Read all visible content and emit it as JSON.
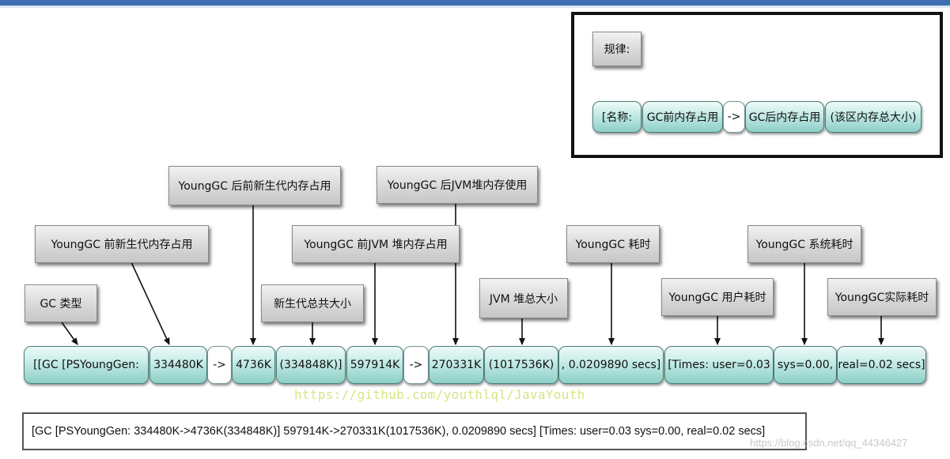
{
  "legend": {
    "title": "规律:",
    "segments": [
      "[名称:",
      "GC前内存占用",
      "->",
      "GC后内存占用",
      "(该区内存总大小)"
    ]
  },
  "annotations": [
    "GC 类型",
    "YoungGC 前新生代内存占用",
    "YoungGC 后前新生代内存占用",
    "新生代总共大小",
    "YoungGC 前JVM 堆内存占用",
    "YoungGC 后JVM堆内存使用",
    "JVM 堆总大小",
    "YoungGC 耗时",
    "YoungGC 用户耗时",
    "YoungGC 系统耗时",
    "YoungGC实际耗时"
  ],
  "segments": [
    "[[GC [PSYoungGen:",
    "334480K",
    "->",
    "4736K",
    "(334848K)]",
    "597914K",
    "->",
    "270331K",
    "(1017536K)",
    ", 0.0209890 secs]",
    "[Times: user=0.03",
    "sys=0.00,",
    "real=0.02 secs]"
  ],
  "watermark": "https://github.com/youthlql/JavaYouth",
  "log_line": "[GC [PSYoungGen: 334480K->4736K(334848K)] 597914K->270331K(1017536K), 0.0209890 secs] [Times: user=0.03 sys=0.00, real=0.02 secs]",
  "source_mark": "https://blog.csdn.net/qq_44346427"
}
